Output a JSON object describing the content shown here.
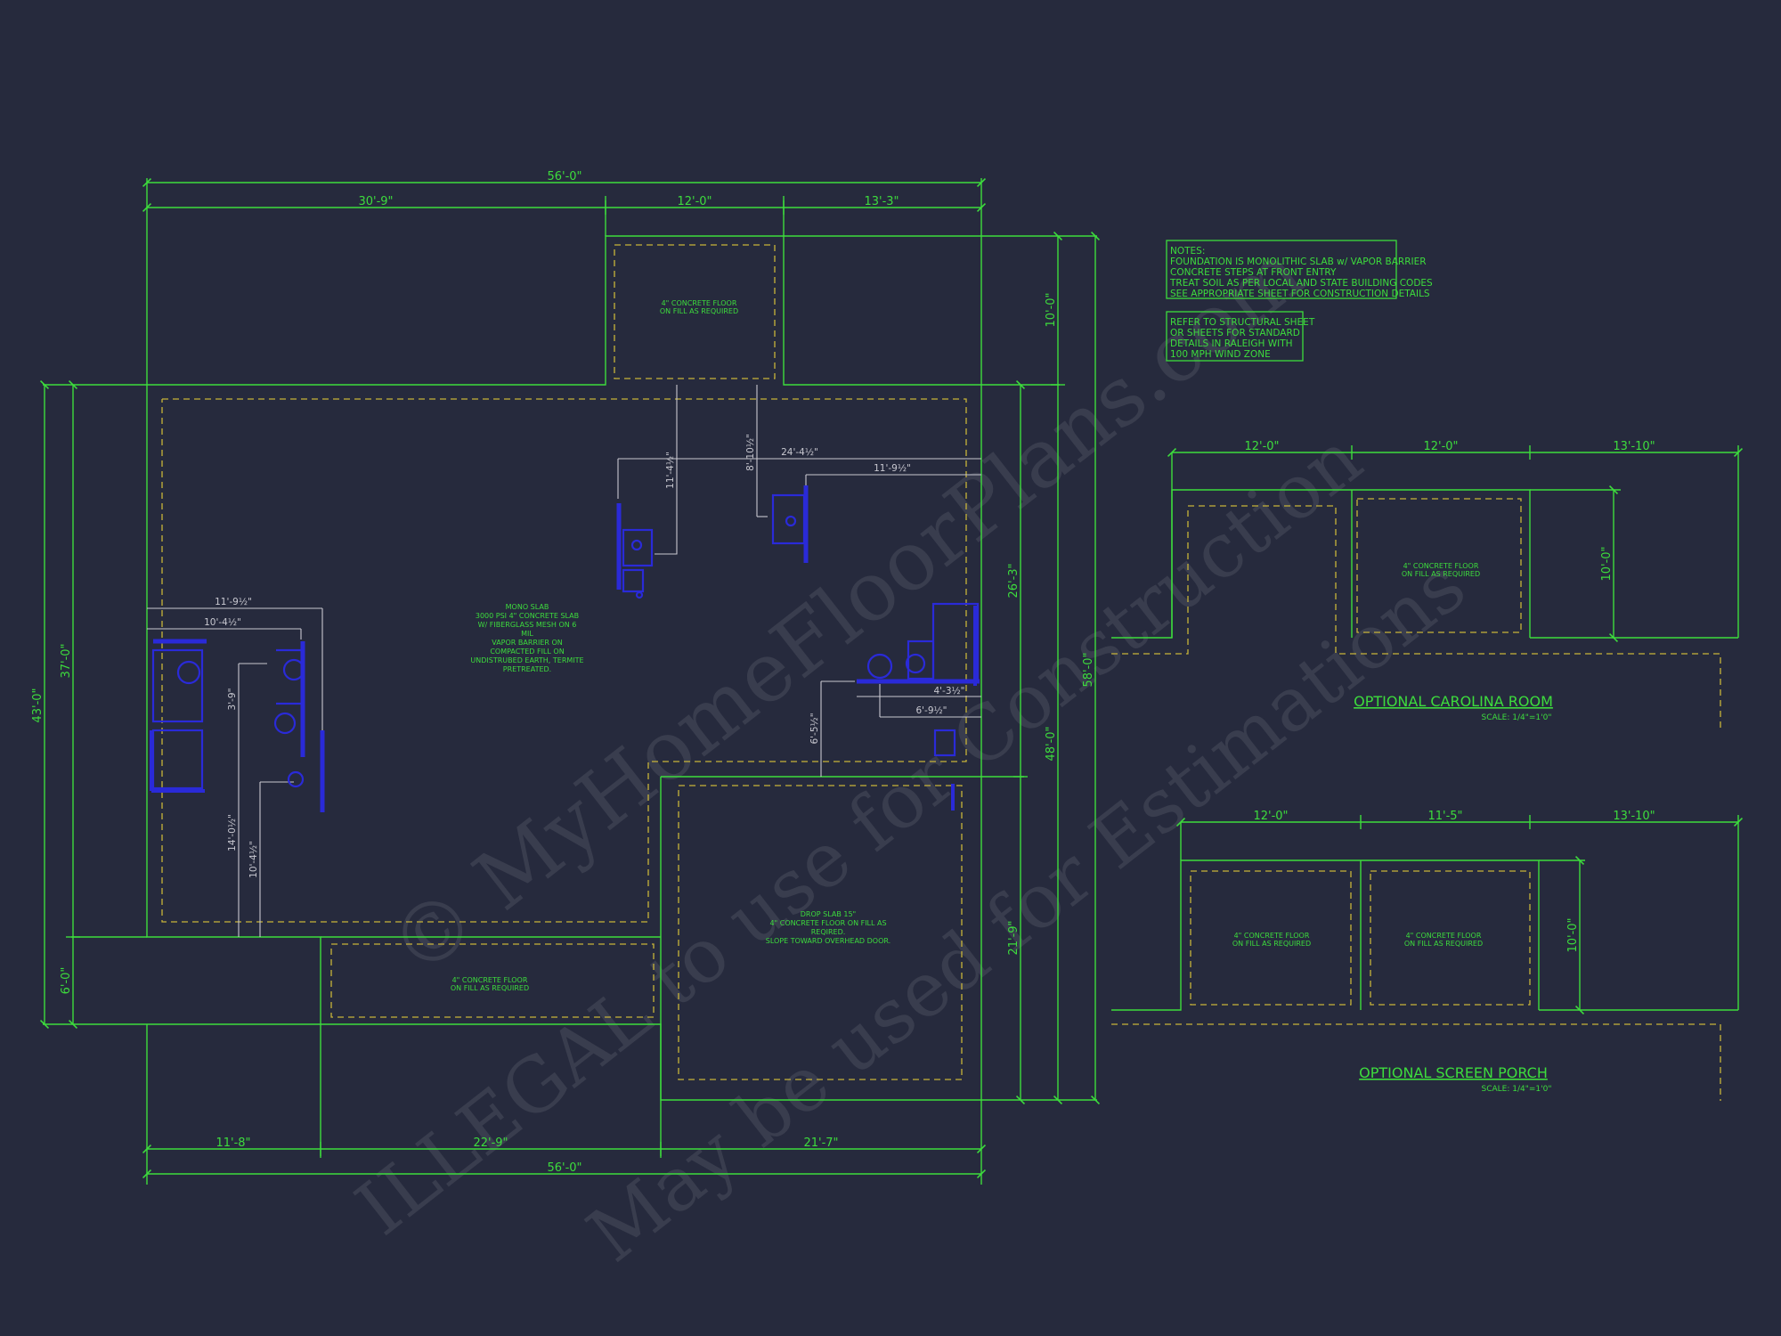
{
  "watermark": {
    "line1": "© MyHomeFloorPlans.com",
    "line2": "ILLEGAL to use for Construction",
    "line3": "May be used for Estimations"
  },
  "plan": {
    "dim_top_overall": "56'-0\"",
    "dim_top_1": "30'-9\"",
    "dim_top_2": "12'-0\"",
    "dim_top_3": "13'-3\"",
    "dim_bottom_1": "11'-8\"",
    "dim_bottom_2": "22'-9\"",
    "dim_bottom_3": "21'-7\"",
    "dim_bottom_overall": "56'-0\"",
    "dim_left_outer": "43'-0\"",
    "dim_left_inner": "37'-0\"",
    "dim_left_bottom": "6'-0\"",
    "dim_right_top": "10'-0\"",
    "dim_right_a": "26'-3\"",
    "dim_right_b": "21'-9\"",
    "dim_right_c": "48'-0\"",
    "dim_right_overall": "58'-0\"",
    "dim_11_4": "11'-4½\"",
    "dim_8_10": "8'-10½\"",
    "dim_24_4": "24'-4½\"",
    "dim_11_9": "11'-9½\"",
    "dim_11_9b": "11'-9½\"",
    "dim_10_4": "10'-4½\"",
    "dim_3_9": "3'-9\"",
    "dim_14_0": "14'-0½\"",
    "dim_10_4b": "10'-4½\"",
    "dim_4_3": "4'-3½\"",
    "dim_6_9": "6'-9½\"",
    "dim_6_5": "6'-5½\"",
    "top_slab_note": [
      "4\" CONCRETE FLOOR",
      "ON FILL AS REQUIRED"
    ],
    "mono_slab_note": [
      "MONO SLAB",
      "3000 PSI 4\" CONCRETE SLAB",
      "W/ FIBERGLASS MESH ON 6",
      "MIL",
      "VAPOR BARRIER ON",
      "COMPACTED FILL ON",
      "UNDISTRUBED EARTH, TERMITE",
      "PRETREATED."
    ],
    "porch_note": [
      "4\" CONCRETE FLOOR",
      "ON FILL AS REQUIRED"
    ],
    "garage_note": [
      "DROP SLAB 15\"",
      "4\" CONCRETE FLOOR ON FILL AS",
      "REQIRED.",
      "SLOPE TOWARD OVERHEAD DOOR."
    ]
  },
  "notes": {
    "box1": [
      "NOTES:",
      "FOUNDATION IS MONOLITHIC SLAB w/ VAPOR BARRIER",
      "CONCRETE STEPS AT FRONT ENTRY",
      "TREAT SOIL AS PER LOCAL AND STATE BUILDING CODES",
      "SEE APPROPRIATE SHEET FOR CONSTRUCTION DETAILS"
    ],
    "box2": [
      "REFER TO STRUCTURAL SHEET",
      "OR SHEETS FOR STANDARD",
      "DETAILS IN RALEIGH WITH",
      "100 MPH WIND ZONE"
    ]
  },
  "carolina": {
    "title": "OPTIONAL CAROLINA ROOM",
    "scale": "SCALE: 1/4\"=1'0\"",
    "dim_1": "12'-0\"",
    "dim_2": "12'-0\"",
    "dim_3": "13'-10\"",
    "dim_v": "10'-0\"",
    "note": [
      "4\" CONCRETE FLOOR",
      "ON FILL AS REQUIRED"
    ]
  },
  "screen": {
    "title": "OPTIONAL SCREEN PORCH",
    "scale": "SCALE: 1/4\"=1'0\"",
    "dim_1": "12'-0\"",
    "dim_2": "11'-5\"",
    "dim_3": "13'-10\"",
    "dim_v": "10'-0\"",
    "note_l": [
      "4\" CONCRETE FLOOR",
      "ON FILL AS REQUIRED"
    ],
    "note_r": [
      "4\" CONCRETE FLOOR",
      "ON FILL AS REQUIRED"
    ]
  },
  "colors": {
    "background": "#262a3d",
    "lines": "#3ddc3d",
    "hidden": "#c8b43a",
    "fixtures": "#2a2ad8",
    "dimension_white": "#c8c8d0"
  }
}
